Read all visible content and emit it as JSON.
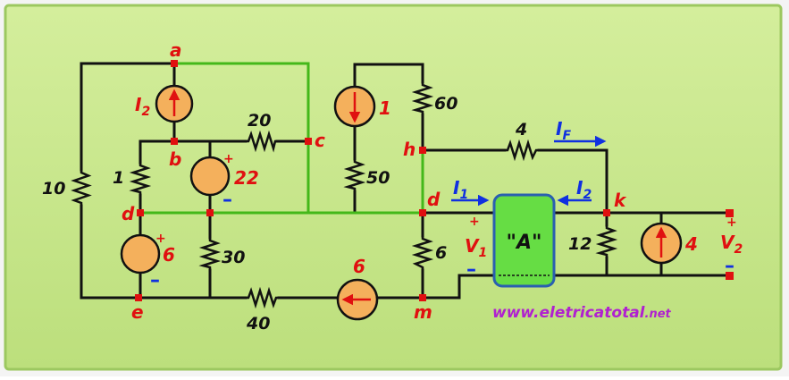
{
  "nodes": {
    "a": "a",
    "b": "b",
    "c": "c",
    "d_left": "d",
    "d_right": "d",
    "e": "e",
    "h": "h",
    "m": "m",
    "k": "k"
  },
  "resistors": {
    "r10": "10",
    "r1": "1",
    "r20": "20",
    "r30": "30",
    "r40": "40",
    "r50": "50",
    "r60": "60",
    "r6": "6",
    "r4": "4",
    "r12": "12"
  },
  "sources": {
    "i2_label": "I",
    "i2_sub": "2",
    "v22": "22",
    "v6": "6",
    "i1_src": "1",
    "i6_src": "6",
    "i4_src": "4"
  },
  "currents": {
    "i1": "I",
    "i1_sub": "1",
    "i2": "I",
    "i2_sub": "2",
    "if": "I",
    "if_sub": "F"
  },
  "voltages": {
    "v1": "V",
    "v1_sub": "1",
    "v2": "V",
    "v2_sub": "2"
  },
  "polarity": {
    "plus": "+",
    "minus": "–"
  },
  "block": {
    "label": "\"A\""
  },
  "watermark": {
    "main": "www.eletricatotal",
    "tld": ".net"
  },
  "colors": {
    "background": "#c6e68a",
    "wire": "#111111",
    "highlight_wire": "#44b81a",
    "node": "#e01010",
    "source_fill": "#f4b05c",
    "block_fill": "#66dd44",
    "block_border": "#2a5fb0",
    "current_arrow": "#1030e0"
  }
}
